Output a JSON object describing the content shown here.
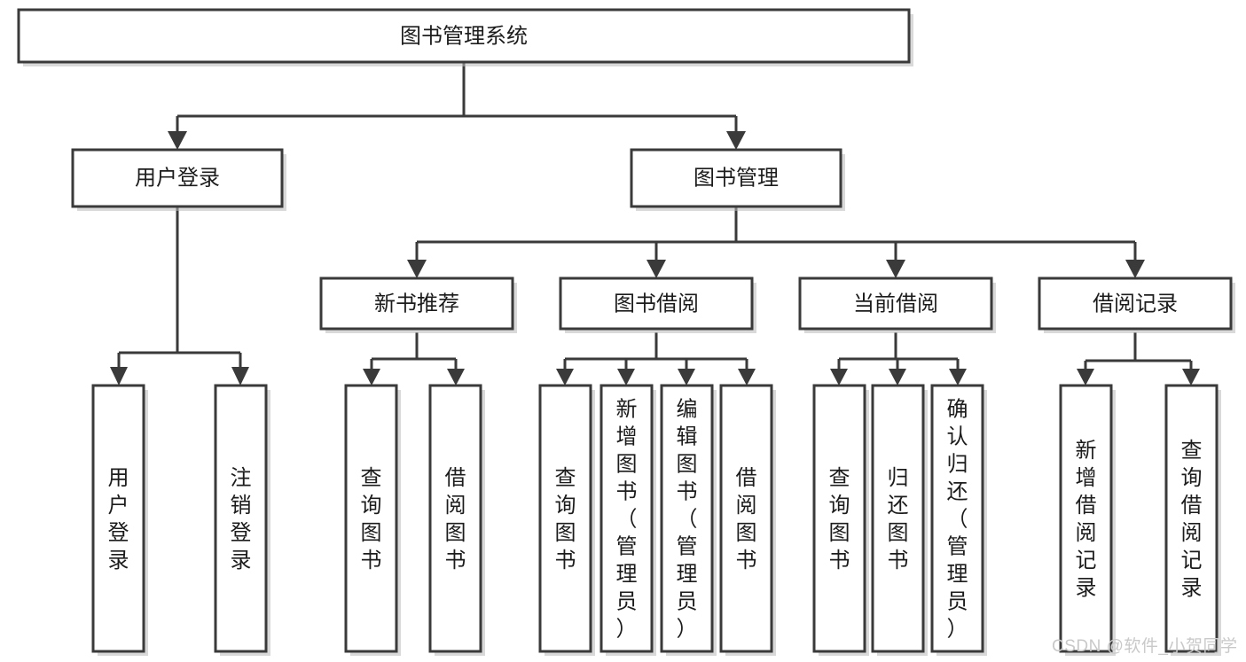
{
  "diagram": {
    "type": "hierarchy-tree",
    "title": "图书管理系统",
    "watermark": "CSDN @软件_小贺同学",
    "colors": {
      "box_stroke": "#3a3a3a",
      "box_fill": "#ffffff",
      "text": "#1c1c1c",
      "connector": "#3a3a3a",
      "watermark": "#c9c9c9",
      "background": "#ffffff"
    },
    "levels": {
      "root": "图书管理系统",
      "level2": [
        "用户登录",
        "图书管理"
      ],
      "level3": [
        "新书推荐",
        "图书借阅",
        "当前借阅",
        "借阅记录"
      ]
    },
    "nodes": {
      "root": {
        "label": "图书管理系统",
        "orientation": "horizontal"
      },
      "user_login": {
        "label": "用户登录",
        "orientation": "horizontal"
      },
      "book_mgmt": {
        "label": "图书管理",
        "orientation": "horizontal"
      },
      "new_book_rec": {
        "label": "新书推荐",
        "orientation": "horizontal"
      },
      "book_borrow": {
        "label": "图书借阅",
        "orientation": "horizontal"
      },
      "current_borrow": {
        "label": "当前借阅",
        "orientation": "horizontal"
      },
      "borrow_record": {
        "label": "借阅记录",
        "orientation": "horizontal"
      }
    },
    "leaves": {
      "user_login": [
        {
          "id": "leaf-user-login",
          "lines": [
            "用",
            "户",
            "登",
            "录"
          ]
        },
        {
          "id": "leaf-user-logout",
          "lines": [
            "注",
            "销",
            "登",
            "录"
          ]
        }
      ],
      "new_book_rec": [
        {
          "id": "leaf-query-book-1",
          "lines": [
            "查",
            "询",
            "图",
            "书"
          ]
        },
        {
          "id": "leaf-borrow-book-1",
          "lines": [
            "借",
            "阅",
            "图",
            "书"
          ]
        }
      ],
      "book_borrow": [
        {
          "id": "leaf-query-book-2",
          "lines": [
            "查",
            "询",
            "图",
            "书"
          ]
        },
        {
          "id": "leaf-add-book",
          "lines": [
            "新",
            "增",
            "图",
            "书",
            "（",
            "管",
            "理",
            "员",
            "）"
          ]
        },
        {
          "id": "leaf-edit-book",
          "lines": [
            "编",
            "辑",
            "图",
            "书",
            "（",
            "管",
            "理",
            "员",
            "）"
          ]
        },
        {
          "id": "leaf-borrow-book-2",
          "lines": [
            "借",
            "阅",
            "图",
            "书"
          ]
        }
      ],
      "current_borrow": [
        {
          "id": "leaf-query-book-3",
          "lines": [
            "查",
            "询",
            "图",
            "书"
          ]
        },
        {
          "id": "leaf-return-book",
          "lines": [
            "归",
            "还",
            "图",
            "书"
          ]
        },
        {
          "id": "leaf-confirm-return",
          "lines": [
            "确",
            "认",
            "归",
            "还",
            "（",
            "管",
            "理",
            "员",
            "）"
          ]
        }
      ],
      "borrow_record": [
        {
          "id": "leaf-add-record",
          "lines": [
            "新",
            "增",
            "借",
            "阅",
            "记",
            "录"
          ]
        },
        {
          "id": "leaf-query-record",
          "lines": [
            "查",
            "询",
            "借",
            "阅",
            "记",
            "录"
          ]
        }
      ]
    }
  }
}
